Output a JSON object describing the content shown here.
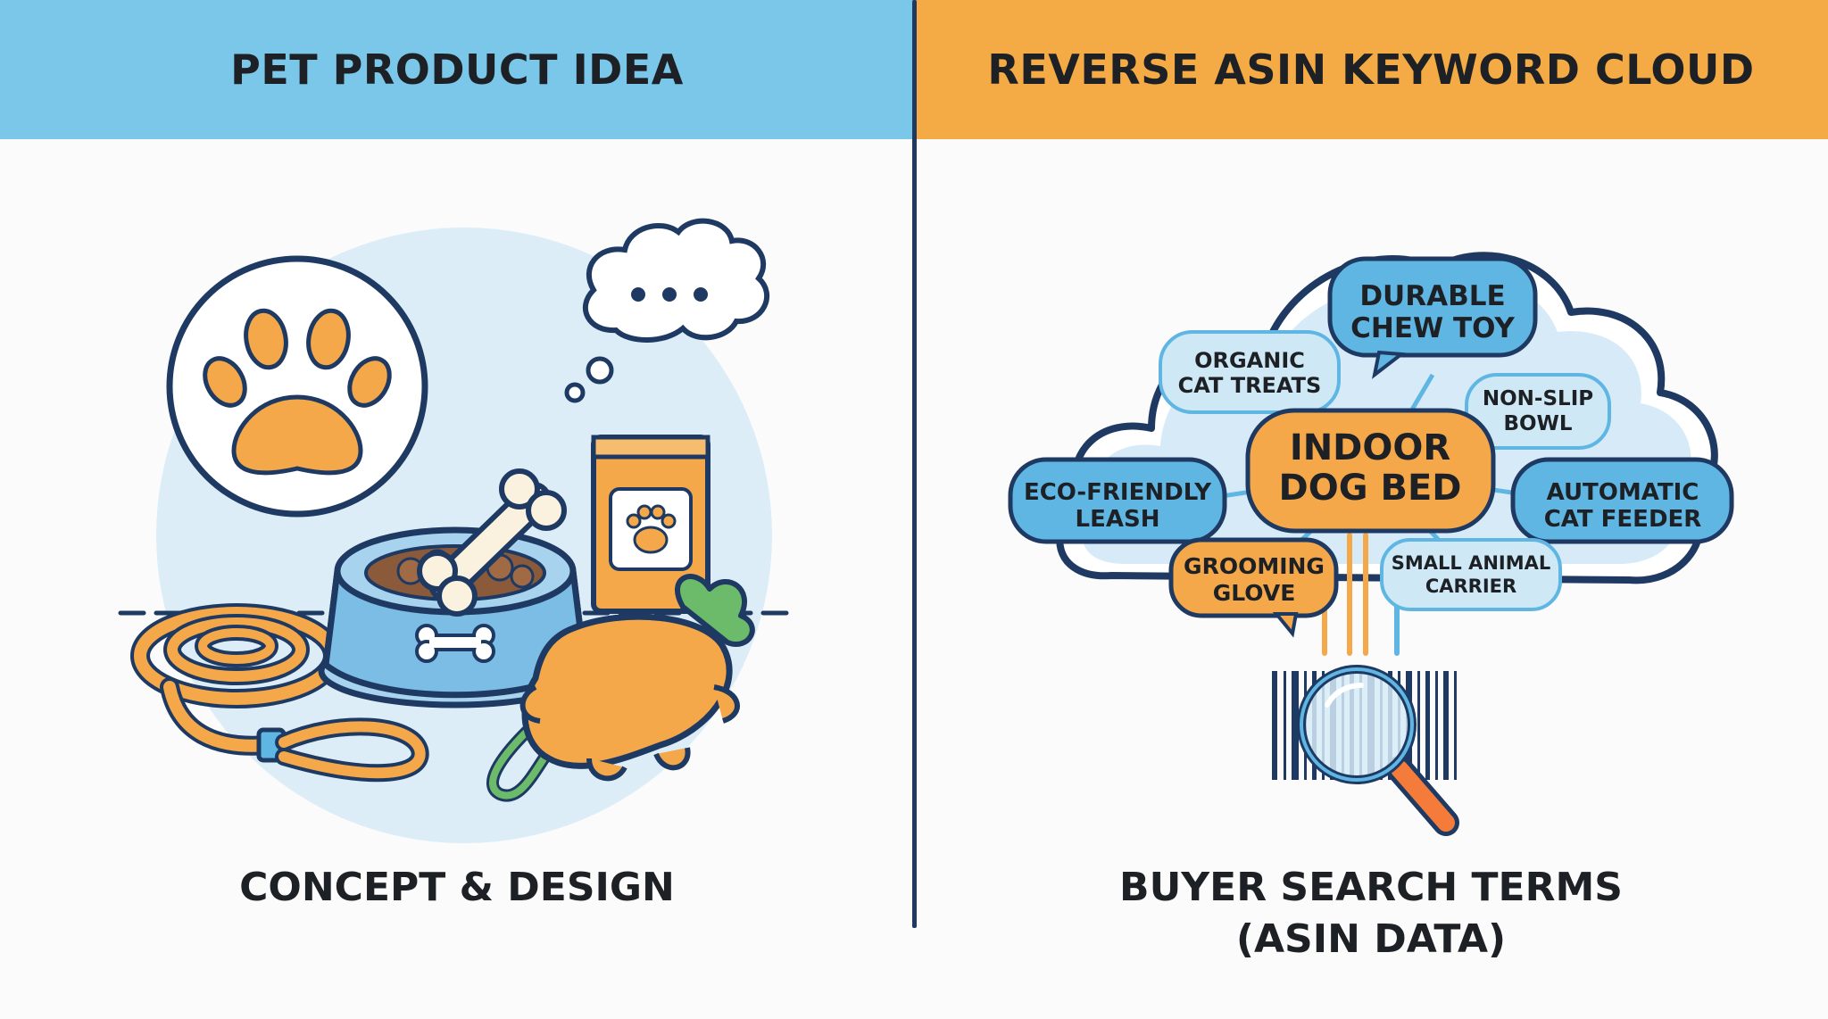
{
  "left_panel": {
    "header": "PET PRODUCT IDEA",
    "caption": "CONCEPT & DESIGN"
  },
  "right_panel": {
    "header": "REVERSE ASIN KEYWORD CLOUD",
    "caption_line1": "BUYER SEARCH TERMS",
    "caption_line2": "(ASIN DATA)",
    "keywords": {
      "durable_chew_toy": [
        "DURABLE",
        "CHEW TOY"
      ],
      "organic_cat_treats": [
        "ORGANIC",
        "CAT TREATS"
      ],
      "non_slip_bowl": [
        "NON-SLIP",
        "BOWL"
      ],
      "indoor_dog_bed": [
        "INDOOR",
        "DOG BED"
      ],
      "eco_friendly_leash": [
        "ECO-FRIENDLY",
        "LEASH"
      ],
      "automatic_cat_feeder": [
        "AUTOMATIC",
        "CAT FEEDER"
      ],
      "grooming_glove": [
        "GROOMING",
        "GLOVE"
      ],
      "small_animal_carrier": [
        "SMALL ANIMAL",
        "CARRIER"
      ]
    }
  },
  "colors": {
    "left_header_bg": "#7ac7ea",
    "right_header_bg": "#f4ab45",
    "outline": "#1e3a63",
    "orange": "#f4a84a",
    "blue_bubble": "#5fb6e3",
    "light_blue_bubble": "#cfe8f6",
    "green": "#6cbb6a"
  },
  "icons": [
    "paw-icon",
    "thought-bubble-icon",
    "bone-icon",
    "food-bowl-icon",
    "treat-bag-icon",
    "carrot-toy-icon",
    "leash-icon",
    "cloud-icon",
    "barcode-icon",
    "magnifier-icon"
  ]
}
